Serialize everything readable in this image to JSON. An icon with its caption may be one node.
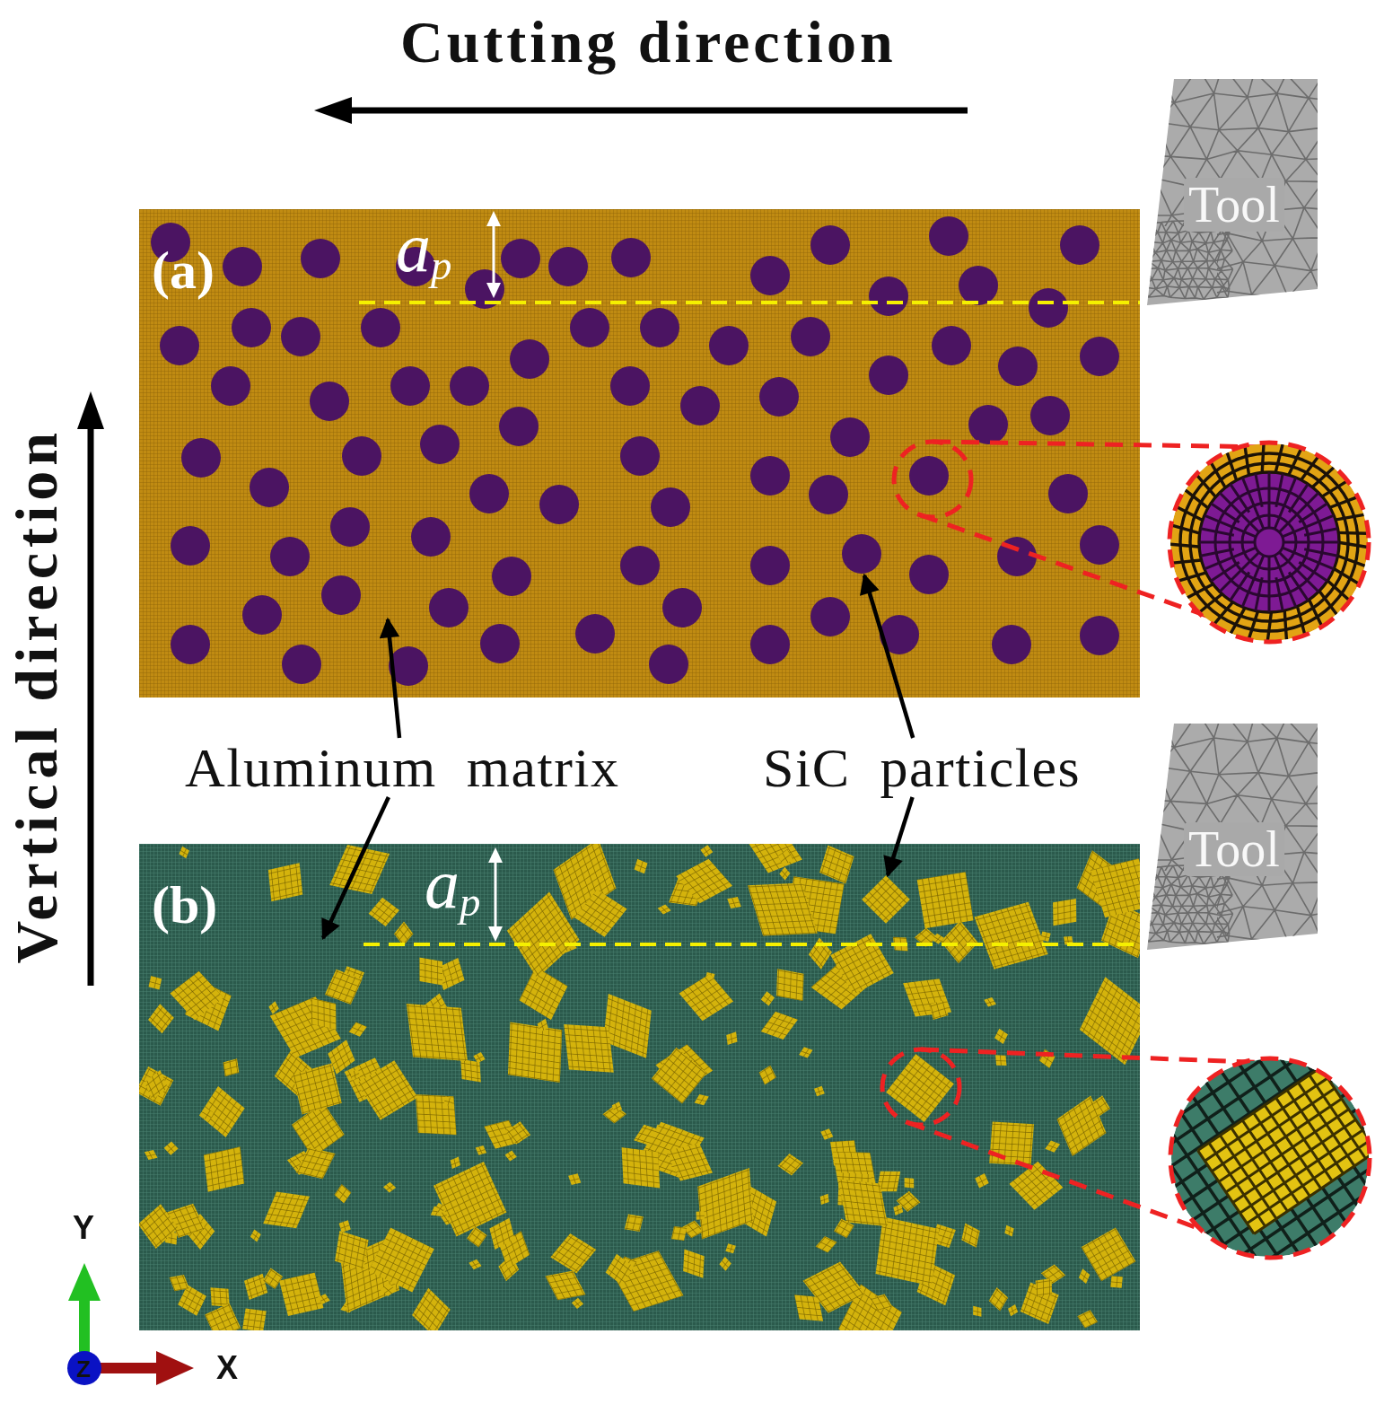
{
  "diagram": {
    "nodes": [
      {
        "text": [
          "Tool"
        ]
      },
      {
        "text": [
          "(a)"
        ]
      },
      {
        "text": [],
        "shape": "ellipse",
        "in": 1
      },
      {
        "text": [],
        "shape": "picture"
      },
      {
        "text": [
          "Aluminum matrix"
        ]
      },
      {
        "text": [
          "SiC particles"
        ]
      },
      {
        "text": [
          "Tool"
        ]
      },
      {
        "text": [
          "(b)"
        ]
      },
      {
        "text": [],
        "shape": "ellipse",
        "in": 7
      },
      {
        "text": [],
        "shape": "picture"
      }
    ],
    "edges": [
      {
        "from": 4,
        "to": 1,
        "arrow": "to"
      },
      {
        "from": 4,
        "to": 7,
        "arrow": "to"
      },
      {
        "from": 5,
        "to": 1,
        "arrow": "to"
      },
      {
        "from": 5,
        "to": 7,
        "arrow": "to"
      },
      {
        "from": 2,
        "to": 3,
        "arrow": "none",
        "style": "dashed",
        "color": "#ee2222"
      },
      {
        "from": 8,
        "to": 9,
        "arrow": "none",
        "style": "dashed",
        "color": "#ee2222"
      }
    ],
    "labels": [
      "Cutting direction",
      "a$_{p}$",
      "Vertical direction",
      "a$_{p}$",
      "Y",
      "Z",
      "X"
    ]
  }
}
